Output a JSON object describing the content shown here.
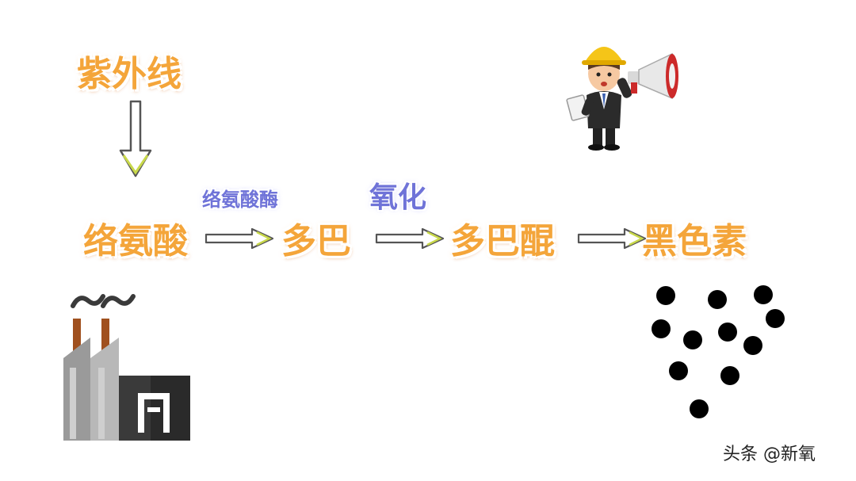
{
  "diagram": {
    "trigger": "紫外线",
    "enzyme_label": "络氨酸酶",
    "oxidation_label": "氧化",
    "nodes": [
      "络氨酸",
      "多巴",
      "多巴醌",
      "黑色素"
    ],
    "arrow_count": 4
  },
  "watermark": "头条 @新氧",
  "colors": {
    "node_text": "#f4a53a",
    "annotation_text": "#6f73d8",
    "arrow_stroke": "#555555",
    "arrow_tip": "#c8d84a",
    "factory_gray": "#9a9a9a",
    "factory_dark": "#3a3a3a",
    "chimney": "#a0501e",
    "dots": "#000000"
  },
  "icons": [
    "down-arrow-icon",
    "right-arrow-icon",
    "factory-icon",
    "presenter-icon",
    "megaphone-icon",
    "melanin-dots-icon"
  ]
}
